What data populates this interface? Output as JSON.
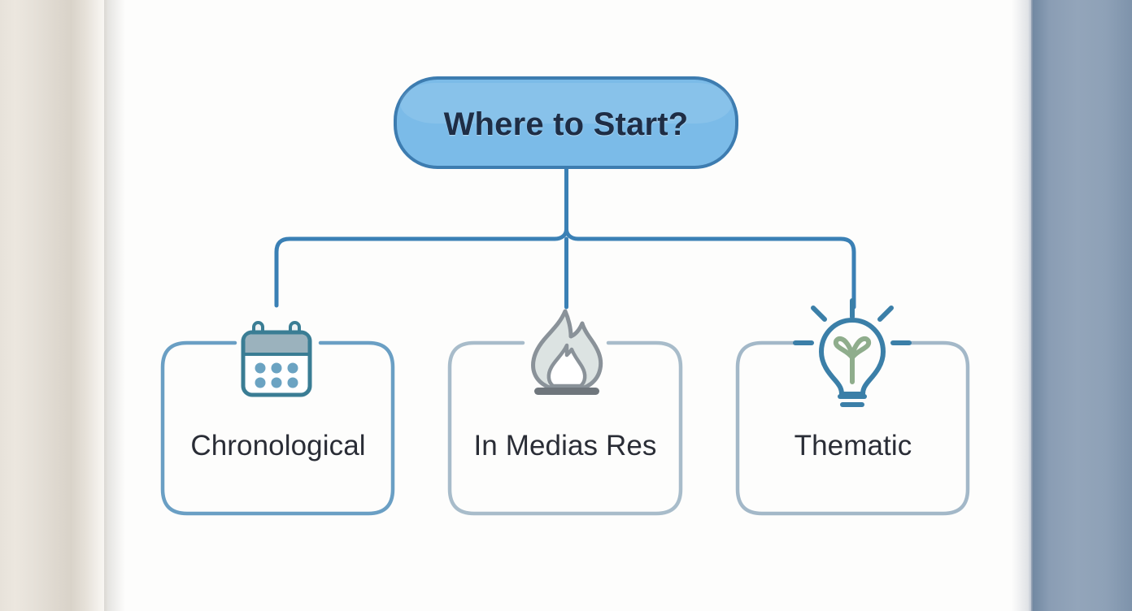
{
  "diagram": {
    "type": "mind-map",
    "root": {
      "label": "Where to Start?",
      "fill": "#7bbbe8",
      "border": "#3d7cb0",
      "text_color": "#1e2d45"
    },
    "children": [
      {
        "label": "Chronological",
        "icon": "calendar-icon",
        "border": "#6a9fc4",
        "icon_colors": {
          "outline": "#3a7d94",
          "header": "#9bb2bd",
          "body": "#ffffff",
          "dots": "#6ba3c2"
        }
      },
      {
        "label": "In Medias Res",
        "icon": "flame-icon",
        "border": "#a8bcca",
        "icon_colors": {
          "outline": "#8a9299",
          "fill": "#dce3e2",
          "inner": "#ffffff",
          "base_bar": "#6f767c"
        }
      },
      {
        "label": "Thematic",
        "icon": "lightbulb-icon",
        "border": "#a3b8c8",
        "icon_colors": {
          "outline": "#3b7fa8",
          "filament": "#8fad8c",
          "rays": "#3b7fa8"
        }
      }
    ],
    "connector_color": "#3a80b5",
    "background": "#fdfdfc",
    "page_curl_color": "#e5e0d8",
    "book_cover_color": "#8fa2b8"
  }
}
